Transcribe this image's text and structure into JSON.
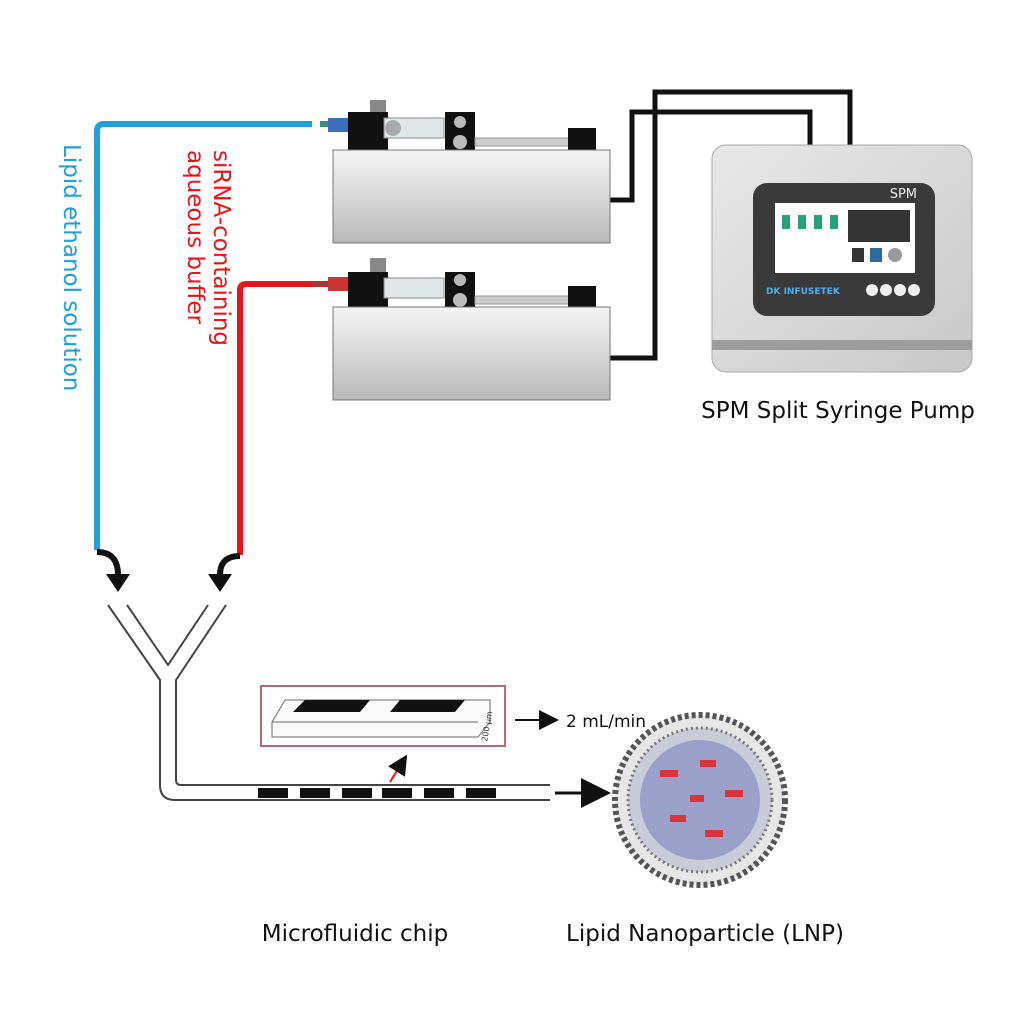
{
  "labels": {
    "lipid": "Lipid ethanol solution",
    "sirna_line1": "siRNA-containing",
    "sirna_line2": "aqueous buffer",
    "pump": "SPM Split Syringe Pump",
    "chip": "Microfluidic chip",
    "lnp": "Lipid Nanoparticle (LNP)",
    "flow_rate": "2 mL/min",
    "scale": "200 μm"
  },
  "device": {
    "model": "SPM",
    "brand": "DK INFUSETEK"
  },
  "colors": {
    "lipid_line": "#1fa0d8",
    "sirna_line": "#e8141b",
    "chip_inset_border": "#b56a78",
    "lnp_core": "#d9343c"
  }
}
